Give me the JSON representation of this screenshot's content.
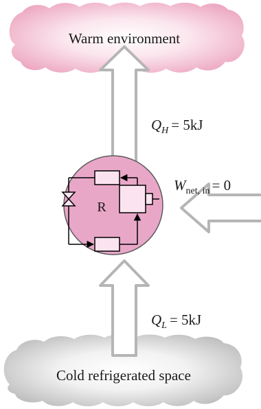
{
  "warm_environment": {
    "label": "Warm environment",
    "color": "#f2c4d4"
  },
  "cold_space": {
    "label": "Cold refrigerated space",
    "color": "#d8d8d8"
  },
  "refrigerator": {
    "label": "R",
    "color": "#e9a7c8"
  },
  "heat_rejected": {
    "symbol": "Q",
    "subscript": "H",
    "value": "= 5kJ"
  },
  "heat_absorbed": {
    "symbol": "Q",
    "subscript": "L",
    "value": "= 5kJ"
  },
  "work_input": {
    "symbol": "W",
    "subscript": "net, in",
    "value": "= 0"
  },
  "arrow_color": "#b5b5b5"
}
